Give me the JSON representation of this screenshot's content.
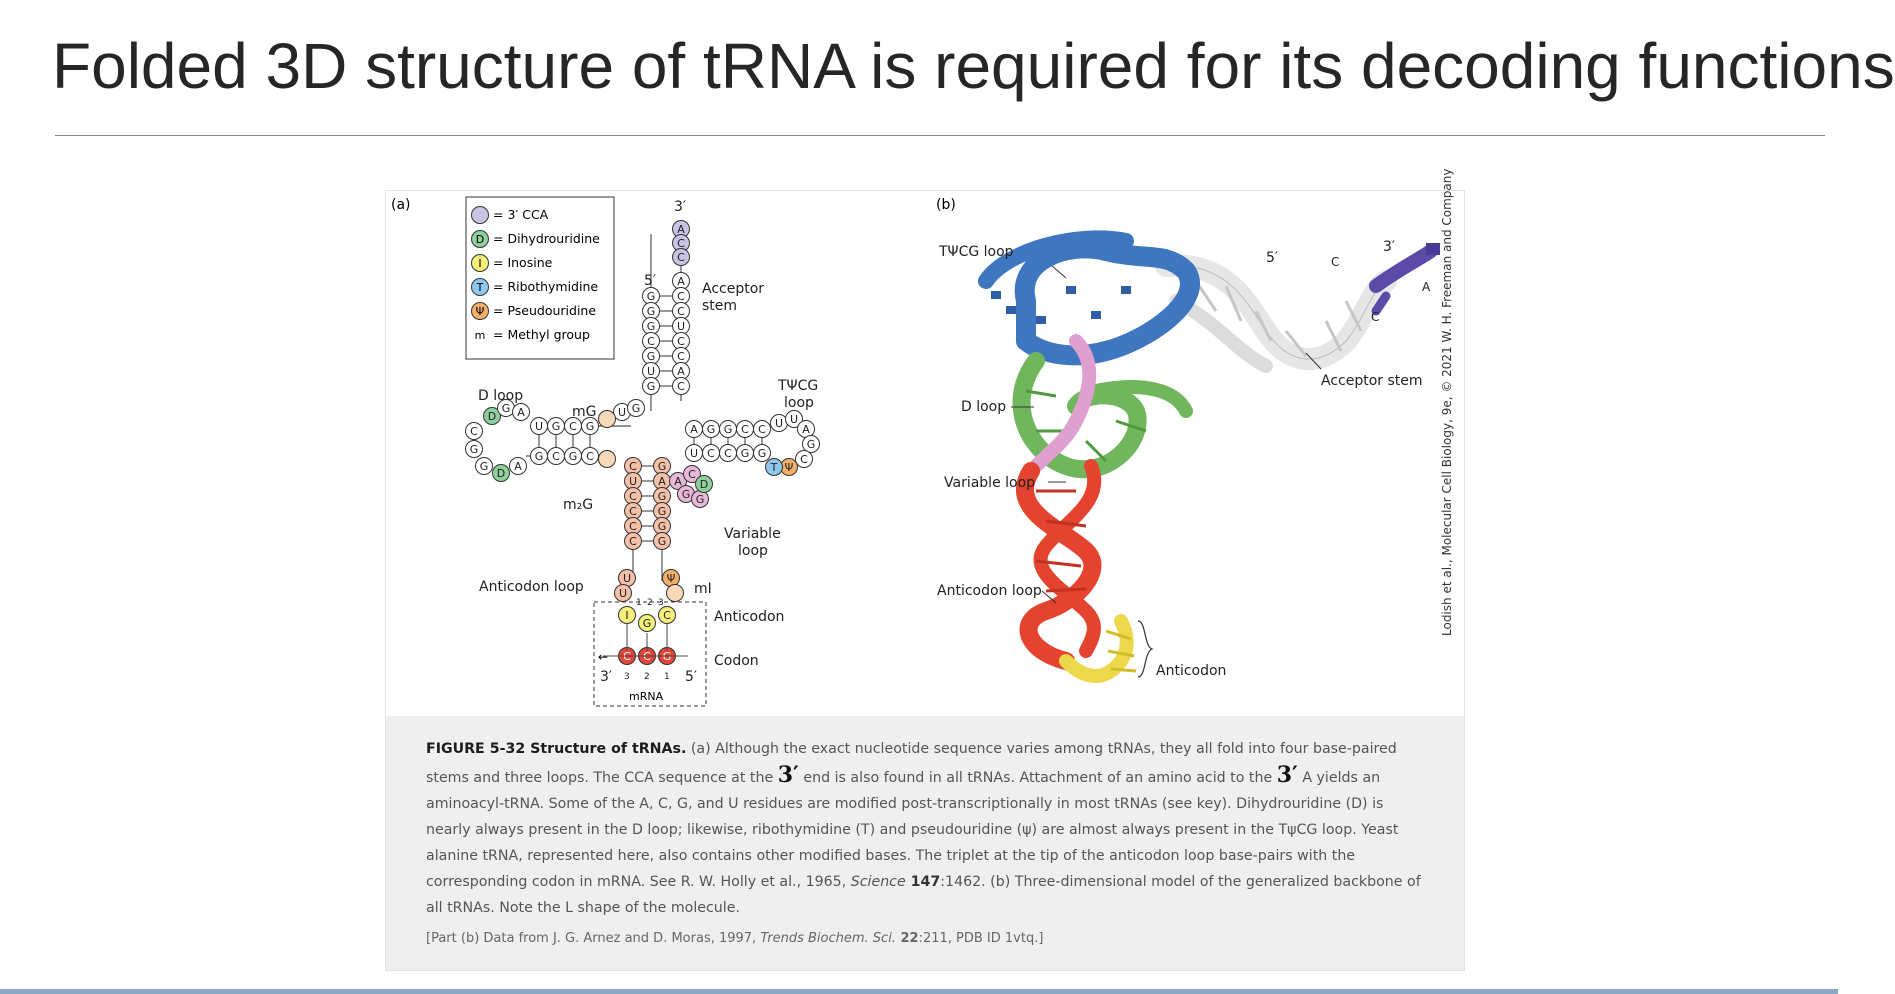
{
  "slide": {
    "title": "Folded 3D structure of tRNA is required for its decoding functions"
  },
  "figure": {
    "panel_a": {
      "label": "(a)",
      "key": [
        {
          "symbol": "",
          "text": "= 3′ CCA",
          "color": "#c9c3e6"
        },
        {
          "symbol": "D",
          "text": "= Dihydrouridine",
          "color": "#8fd09a"
        },
        {
          "symbol": "I",
          "text": "= Inosine",
          "color": "#f5ee7a"
        },
        {
          "symbol": "T",
          "text": "= Ribothymidine",
          "color": "#8fc8ec"
        },
        {
          "symbol": "Ψ",
          "text": "= Pseudouridine",
          "color": "#f4b06a"
        },
        {
          "symbol": "m",
          "text": "= Methyl group",
          "color": ""
        }
      ],
      "labels": {
        "three_prime_top": "3′",
        "five_prime": "5′",
        "acceptor_stem_1": "Acceptor",
        "acceptor_stem_2": "stem",
        "d_loop": "D loop",
        "mG": "mG",
        "m2G": "m₂G",
        "tpsicg_1": "TΨCG",
        "tpsicg_2": "loop",
        "variable_1": "Variable",
        "variable_2": "loop",
        "anticodon_loop": "Anticodon loop",
        "mI": "mI",
        "anticodon": "Anticodon",
        "codon": "Codon",
        "mrna": "mRNA",
        "mrna_3": "3′",
        "mrna_5": "5′",
        "pos_1": "1",
        "pos_2": "2",
        "pos_3": "3"
      },
      "bases": {
        "cca": [
          "A",
          "C",
          "C"
        ],
        "acceptor_left": [
          "G",
          "G",
          "G",
          "C",
          "G",
          "U",
          "G"
        ],
        "acceptor_right": [
          "A",
          "C",
          "C",
          "U",
          "C",
          "C",
          "A",
          "C"
        ],
        "d_arm_top": [
          "U",
          "G",
          "C",
          "G"
        ],
        "d_arm_bottom": [
          "G",
          "C",
          "G",
          "C"
        ],
        "d_loop": [
          "D",
          "G",
          "A",
          "C",
          "G",
          "G",
          "D",
          "A"
        ],
        "t_arm_top": [
          "A",
          "G",
          "G",
          "C",
          "C"
        ],
        "t_arm_bottom": [
          "U",
          "C",
          "C",
          "G",
          "G"
        ],
        "t_loop": [
          "U",
          "U",
          "A",
          "G",
          "C",
          "Ψ",
          "T"
        ],
        "junction": [
          "U",
          "G"
        ],
        "anticodon_stem_left": [
          "C",
          "U",
          "C",
          "C",
          "C",
          "C"
        ],
        "anticodon_stem_right": [
          "G",
          "A",
          "G",
          "G",
          "G",
          "G"
        ],
        "variable": [
          "A",
          "C",
          "G",
          "G",
          "D"
        ],
        "anticodon_loop": [
          "U",
          "U",
          "Ψ"
        ],
        "anticodon_bases": [
          "I",
          "G",
          "C"
        ],
        "codon_bases": [
          "C",
          "C",
          "G"
        ]
      }
    },
    "panel_b": {
      "label": "(b)",
      "labels": {
        "tpsicg_loop": "TΨCG loop",
        "d_loop": "D loop",
        "variable_loop": "Variable loop",
        "anticodon_loop": "Anticodon loop",
        "anticodon": "Anticodon",
        "acceptor_stem": "Acceptor stem",
        "five_prime": "5′",
        "three_prime": "3′",
        "c1": "C",
        "c2": "C",
        "a": "A"
      }
    },
    "credit": "Lodish et al., Molecular Cell Biology, 9e, © 2021 W. H. Freeman and Company",
    "caption": {
      "heading": "FIGURE 5-32 Structure of tRNAs.",
      "part1": " (a) Although the exact nucleotide sequence varies among tRNAs, they all fold into four base-paired stems and three loops. The CCA sequence at the ",
      "three_prime_a": "3′",
      "part2": " end is also found in all tRNAs. Attachment of an amino acid to the ",
      "three_prime_b": "3′",
      "part3": " A yields an aminoacyl-tRNA. Some of the A, C, G, and U residues are modified post-transcriptionally in most tRNAs (see key). Dihydrouridine (D) is nearly always present in the D loop; likewise, ribothymidine (T) and pseudouridine (ψ) are almost always present in the TψCG loop. Yeast alanine tRNA, represented here, also contains other modified bases. The triplet at the tip of the anticodon loop base-pairs with the corresponding codon in mRNA. See R. W. Holly et al., 1965, ",
      "journal1": "Science",
      "vol1": " 147",
      "part4": ":1462. (b) Three-dimensional model of the generalized backbone of all tRNAs. Note the L shape of the molecule.",
      "source_prefix": "[Part (b) Data from J. G. Arnez and D. Moras, 1997, ",
      "source_journal": "Trends Biochem. Sci.",
      "source_vol": " 22",
      "source_suffix": ":211, PDB ID 1vtq.]"
    }
  }
}
